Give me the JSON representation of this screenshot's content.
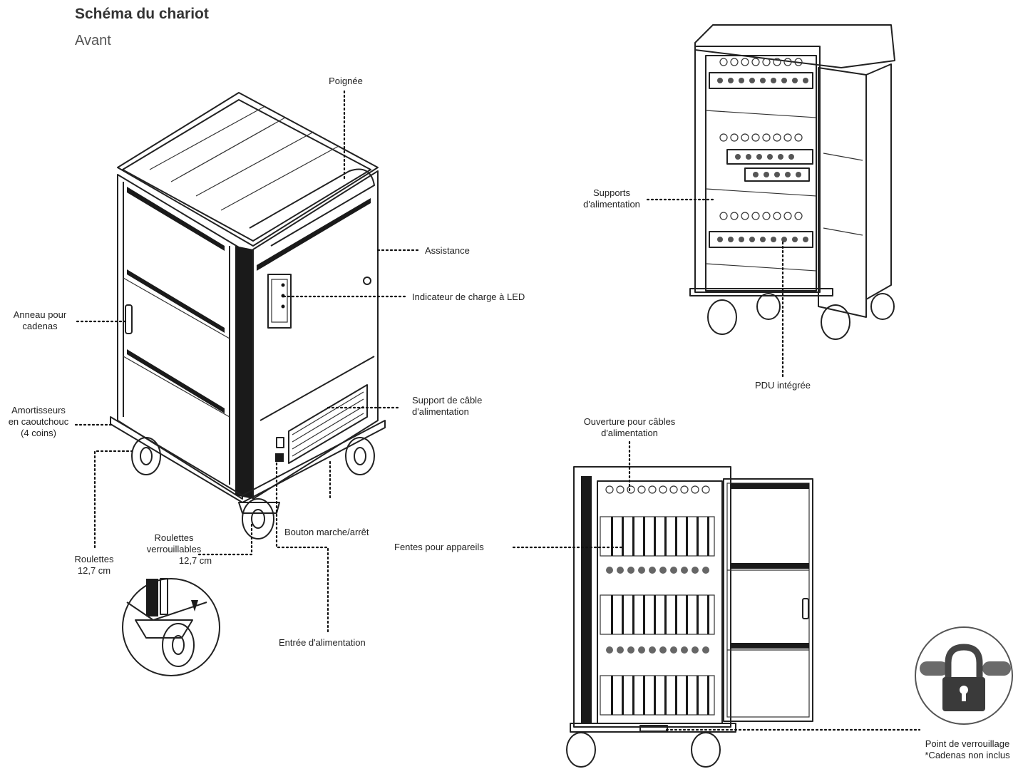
{
  "header": {
    "title": "Schéma du chariot",
    "subtitle": "Avant"
  },
  "labels": {
    "poignee": "Poignée",
    "assistance": "Assistance",
    "indicateur": "Indicateur de charge à LED",
    "anneau_1": "Anneau pour",
    "anneau_2": "cadenas",
    "amort_1": "Amortisseurs",
    "amort_2": "en caoutchouc",
    "amort_3": "(4 coins)",
    "support_cable_1": "Support de câble",
    "support_cable_2": "d'alimentation",
    "roulettes_1": "Roulettes",
    "roulettes_2": "12,7 cm",
    "roulettes_verr_1": "Roulettes",
    "roulettes_verr_2": "verrouillables",
    "roulettes_verr_3": "12,7 cm",
    "bouton": "Bouton marche/arrêt",
    "entree": "Entrée d'alimentation",
    "supports_alim_1": "Supports",
    "supports_alim_2": "d'alimentation",
    "pdu": "PDU intégrée",
    "ouverture_1": "Ouverture pour câbles",
    "ouverture_2": "d'alimentation",
    "fentes": "Fentes pour appareils",
    "point_verr_1": "Point de verrouillage",
    "point_verr_2": "*Cadenas non inclus"
  },
  "icons": [
    "padlock-chain-icon"
  ]
}
